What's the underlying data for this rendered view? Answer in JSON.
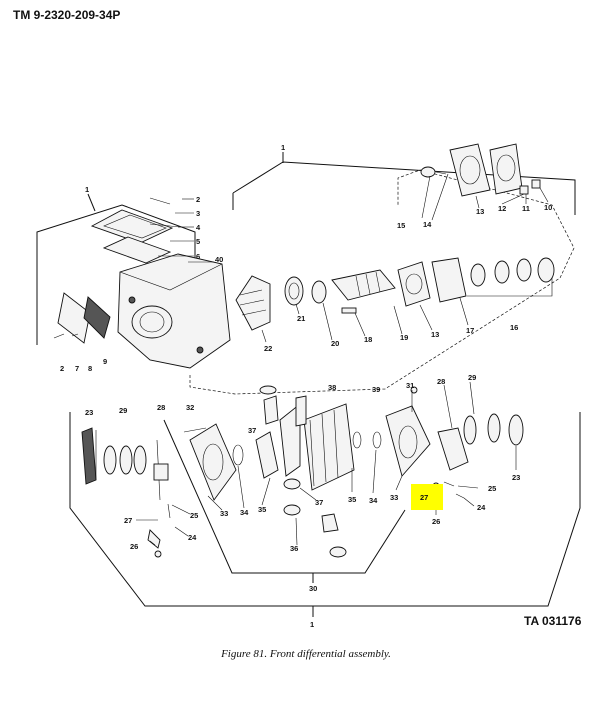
{
  "header": {
    "tm_number": "TM  9-2320-209-34P"
  },
  "figure": {
    "caption": "Figure 81. Front differential assembly.",
    "ta_number": "TA 031176"
  },
  "callouts": {
    "c1a": "1",
    "c1b": "1",
    "c1c": "1",
    "c2": "2",
    "c3": "3",
    "c4": "4",
    "c5": "5",
    "c6": "6",
    "c2b": "2",
    "c7": "7",
    "c8": "8",
    "c9": "9",
    "c40": "40",
    "c22": "22",
    "c21": "21",
    "c20": "20",
    "c18": "18",
    "c19": "19",
    "c13a": "13",
    "c17": "17",
    "c16": "16",
    "c15": "15",
    "c14": "14",
    "c13b": "13",
    "c12": "12",
    "c11": "11",
    "c10": "10",
    "c23a": "23",
    "c29a": "29",
    "c28a": "28",
    "c25a": "25",
    "c27a": "27",
    "c24a": "24",
    "c26a": "26",
    "c32": "32",
    "c33a": "33",
    "c34a": "34",
    "c35a": "35",
    "c38": "38",
    "c39": "39",
    "c37a": "37",
    "c37b": "37",
    "c36": "36",
    "c31": "31",
    "c35b": "35",
    "c34b": "34",
    "c33b": "33",
    "c28b": "28",
    "c29b": "29",
    "c23b": "23",
    "c27b": "27",
    "c25b": "25",
    "c24b": "24",
    "c26b": "26",
    "c30": "30"
  }
}
